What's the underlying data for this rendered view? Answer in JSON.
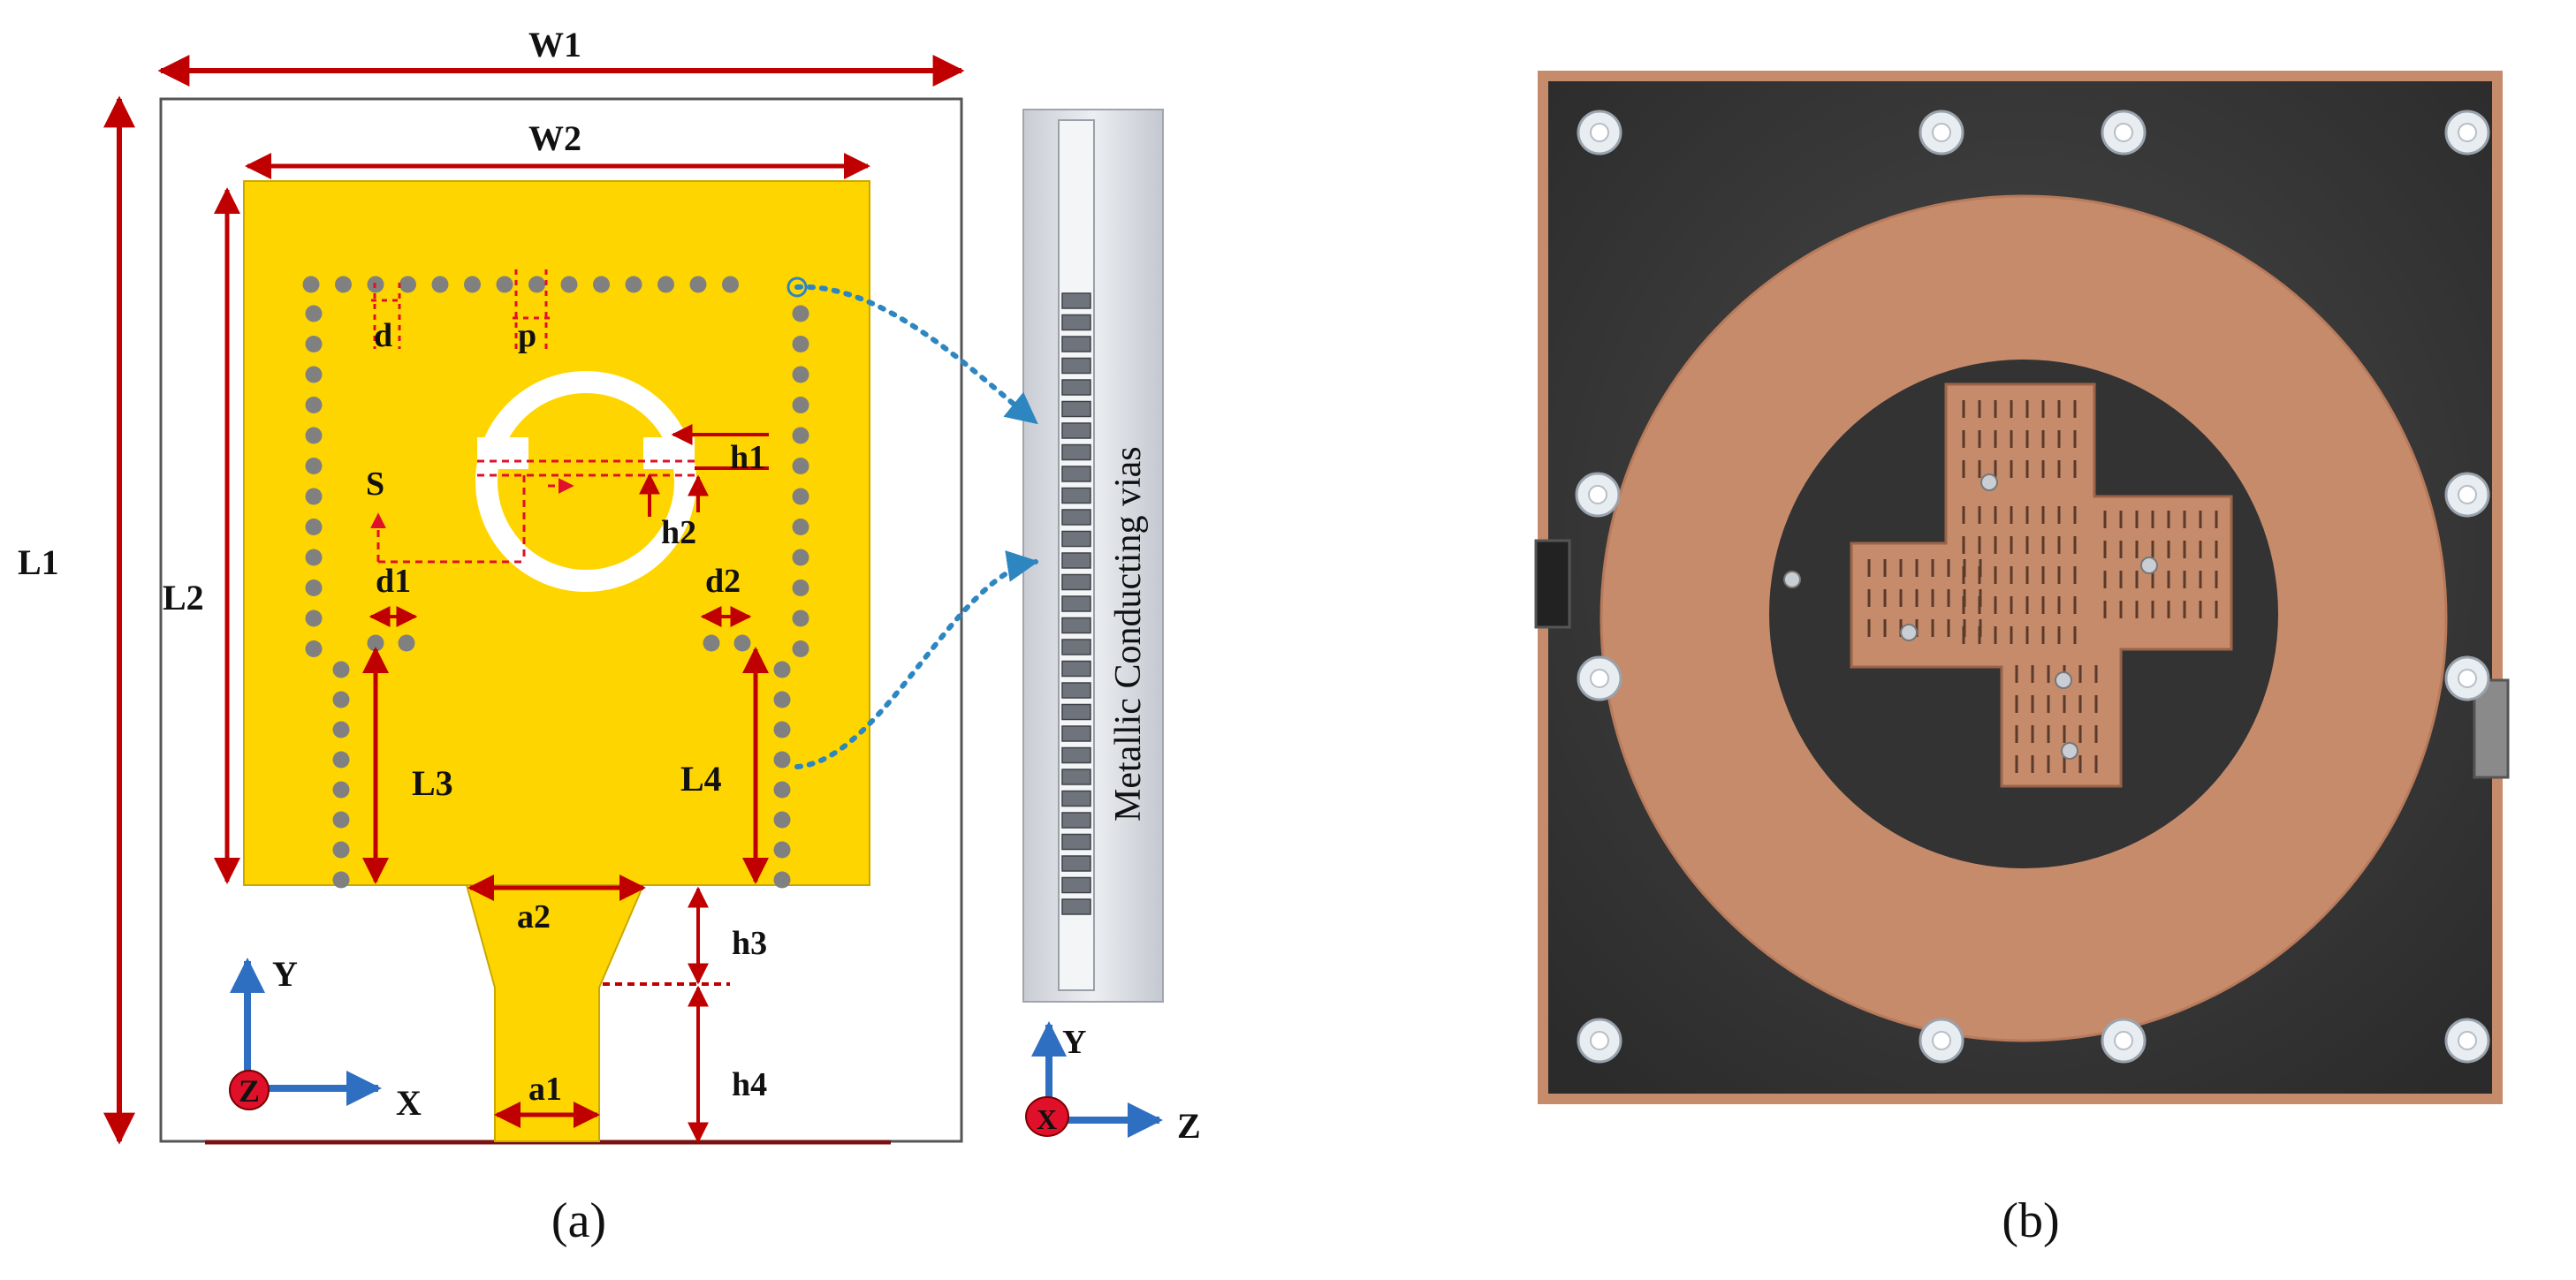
{
  "figure_a": {
    "caption": "(a)",
    "dimension_labels": {
      "W1": "W1",
      "W2": "W2",
      "L1": "L1",
      "L2": "L2",
      "L3": "L3",
      "L4": "L4",
      "d": "d",
      "p": "p",
      "S": "S",
      "h1": "h1",
      "h2": "h2",
      "d1": "d1",
      "d2": "d2",
      "a1": "a1",
      "a2": "a2",
      "h3": "h3",
      "h4": "h4"
    },
    "axes_front": {
      "y": "Y",
      "x": "X",
      "z": "Z"
    },
    "axes_side": {
      "y": "Y",
      "x": "X",
      "z": "Z"
    },
    "side_view_label": "Metallic Conducting vias",
    "colors": {
      "patch": "#FFD500",
      "dimension_arrow": "#C00000",
      "dashed_guide": "#E0102A",
      "via": "#808080",
      "leader": "#2E86C1",
      "axis": "#2F6FC2",
      "axis_origin": "#E0102A"
    }
  },
  "figure_b": {
    "caption": "(b)",
    "photo": {
      "board": "#3a3a3a",
      "copper": "#C68B6B",
      "copper_edge": "#B87A5A",
      "standoffs": "#E8EDF2"
    }
  }
}
